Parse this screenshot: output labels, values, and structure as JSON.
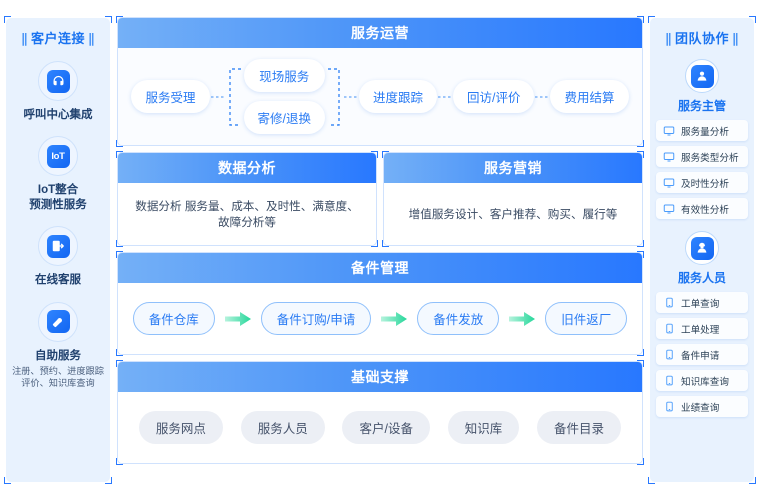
{
  "left_sidebar": {
    "title": "客户连接",
    "bar_glyph": "∥",
    "items": [
      {
        "icon": "headset-icon",
        "label": "呼叫中心集成",
        "sub": ""
      },
      {
        "icon": "iot-icon",
        "label": "IoT整合\n预测性服务",
        "sub": ""
      },
      {
        "icon": "online-chat-icon",
        "label": "在线客服",
        "sub": ""
      },
      {
        "icon": "self-service-icon",
        "label": "自助服务",
        "sub": "注册、预约、进度跟踪\n评价、知识库查询"
      }
    ]
  },
  "right_sidebar": {
    "title": "团队协作",
    "bar_glyph": "∥",
    "groups": [
      {
        "icon": "supervisor-avatar-icon",
        "title": "服务主管",
        "items": [
          {
            "icon": "monitor-icon",
            "label": "服务量分析"
          },
          {
            "icon": "monitor-icon",
            "label": "服务类型分析"
          },
          {
            "icon": "monitor-icon",
            "label": "及时性分析"
          },
          {
            "icon": "monitor-icon",
            "label": "有效性分析"
          }
        ]
      },
      {
        "icon": "engineer-avatar-icon",
        "title": "服务人员",
        "items": [
          {
            "icon": "mobile-icon",
            "label": "工单查询"
          },
          {
            "icon": "mobile-icon",
            "label": "工单处理"
          },
          {
            "icon": "mobile-icon",
            "label": "备件申请"
          },
          {
            "icon": "mobile-icon",
            "label": "知识库查询"
          },
          {
            "icon": "mobile-icon",
            "label": "业绩查询"
          }
        ]
      }
    ]
  },
  "panels": {
    "service_operations": {
      "title": "服务运营",
      "start": "服务受理",
      "branch": [
        "现场服务",
        "寄修/退换"
      ],
      "after": [
        "进度跟踪",
        "回访/评价",
        "费用结算"
      ]
    },
    "data_analysis": {
      "title": "数据分析",
      "desc": "数据分析 服务量、成本、及时性、满意度、故障分析等"
    },
    "service_marketing": {
      "title": "服务营销",
      "desc": "增值服务设计、客户推荐、购买、履行等"
    },
    "spare_parts": {
      "title": "备件管理",
      "steps": [
        "备件仓库",
        "备件订购/申请",
        "备件发放",
        "旧件返厂"
      ]
    },
    "foundation": {
      "title": "基础支撑",
      "items": [
        "服务网点",
        "服务人员",
        "客户/设备",
        "知识库",
        "备件目录"
      ]
    }
  },
  "colors": {
    "header_gradient_from": "#74b0f7",
    "header_gradient_to": "#2878ff",
    "accent_blue": "#2a7bf3",
    "sidebar_bg": "#e8f2fe",
    "arrow_green": "#3fe0a8",
    "grey_pill": "#eceff5"
  }
}
